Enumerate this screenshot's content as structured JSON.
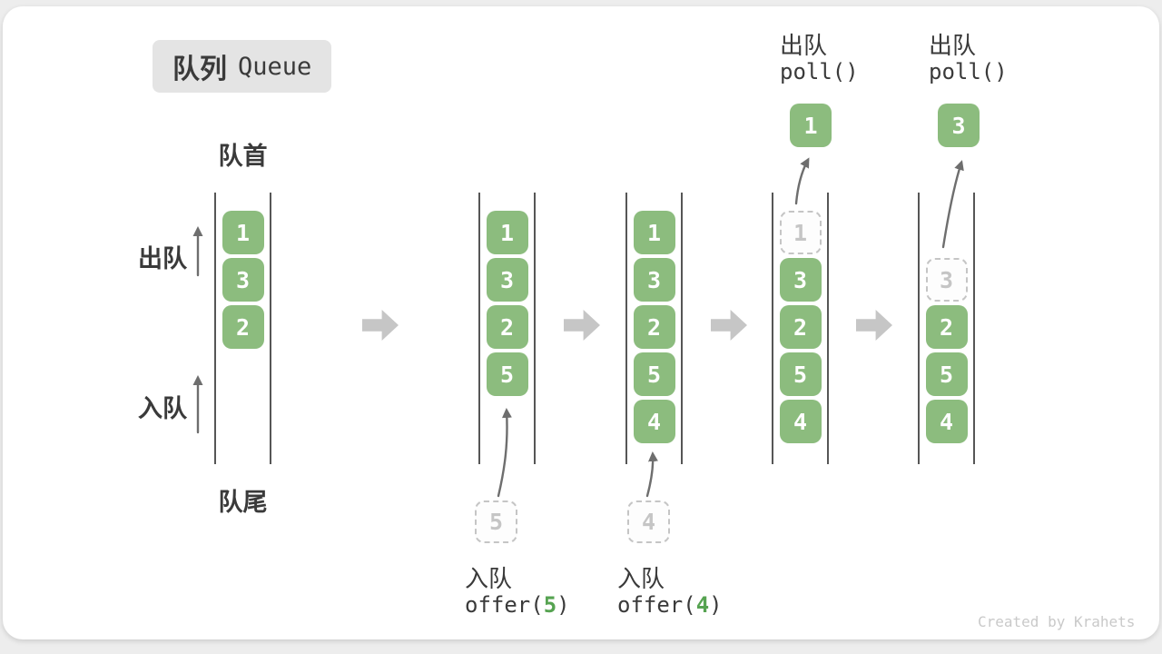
{
  "title": {
    "zh": "队列",
    "en": "Queue"
  },
  "side_labels": {
    "front": "队首",
    "rear": "队尾",
    "dequeue": "出队",
    "enqueue": "入队"
  },
  "queues": [
    {
      "name": "state-1",
      "slots": [
        {
          "row": 0,
          "value": "1"
        },
        {
          "row": 1,
          "value": "3"
        },
        {
          "row": 2,
          "value": "2"
        }
      ]
    },
    {
      "name": "state-2",
      "slots": [
        {
          "row": 0,
          "value": "1"
        },
        {
          "row": 1,
          "value": "3"
        },
        {
          "row": 2,
          "value": "2"
        },
        {
          "row": 3,
          "value": "5"
        }
      ]
    },
    {
      "name": "state-3",
      "slots": [
        {
          "row": 0,
          "value": "1"
        },
        {
          "row": 1,
          "value": "3"
        },
        {
          "row": 2,
          "value": "2"
        },
        {
          "row": 3,
          "value": "5"
        },
        {
          "row": 4,
          "value": "4"
        }
      ]
    },
    {
      "name": "state-4",
      "slots": [
        {
          "row": 0,
          "value": "1",
          "ghost": true
        },
        {
          "row": 1,
          "value": "3"
        },
        {
          "row": 2,
          "value": "2"
        },
        {
          "row": 3,
          "value": "5"
        },
        {
          "row": 4,
          "value": "4"
        }
      ]
    },
    {
      "name": "state-5",
      "slots": [
        {
          "row": 1,
          "value": "3",
          "ghost": true
        },
        {
          "row": 2,
          "value": "2"
        },
        {
          "row": 3,
          "value": "5"
        },
        {
          "row": 4,
          "value": "4"
        }
      ]
    }
  ],
  "enqueue_ops": [
    {
      "label": "入队",
      "code_before": "offer(",
      "arg": "5",
      "code_after": ")",
      "ghost_value": "5"
    },
    {
      "label": "入队",
      "code_before": "offer(",
      "arg": "4",
      "code_after": ")",
      "ghost_value": "4"
    }
  ],
  "dequeue_ops": [
    {
      "label": "出队",
      "code": "poll()",
      "value": "1"
    },
    {
      "label": "出队",
      "code": "poll()",
      "value": "3"
    }
  ],
  "credit": "Created by Krahets",
  "colors": {
    "box_green": "#8cbc7e",
    "code_arg_green": "#56a351",
    "text_ink": "#3a3a3a",
    "ghost_gray": "#c5c5c5",
    "block_arrow_gray": "#c6c6c6",
    "thin_arrow_gray": "#6e6e6e"
  }
}
